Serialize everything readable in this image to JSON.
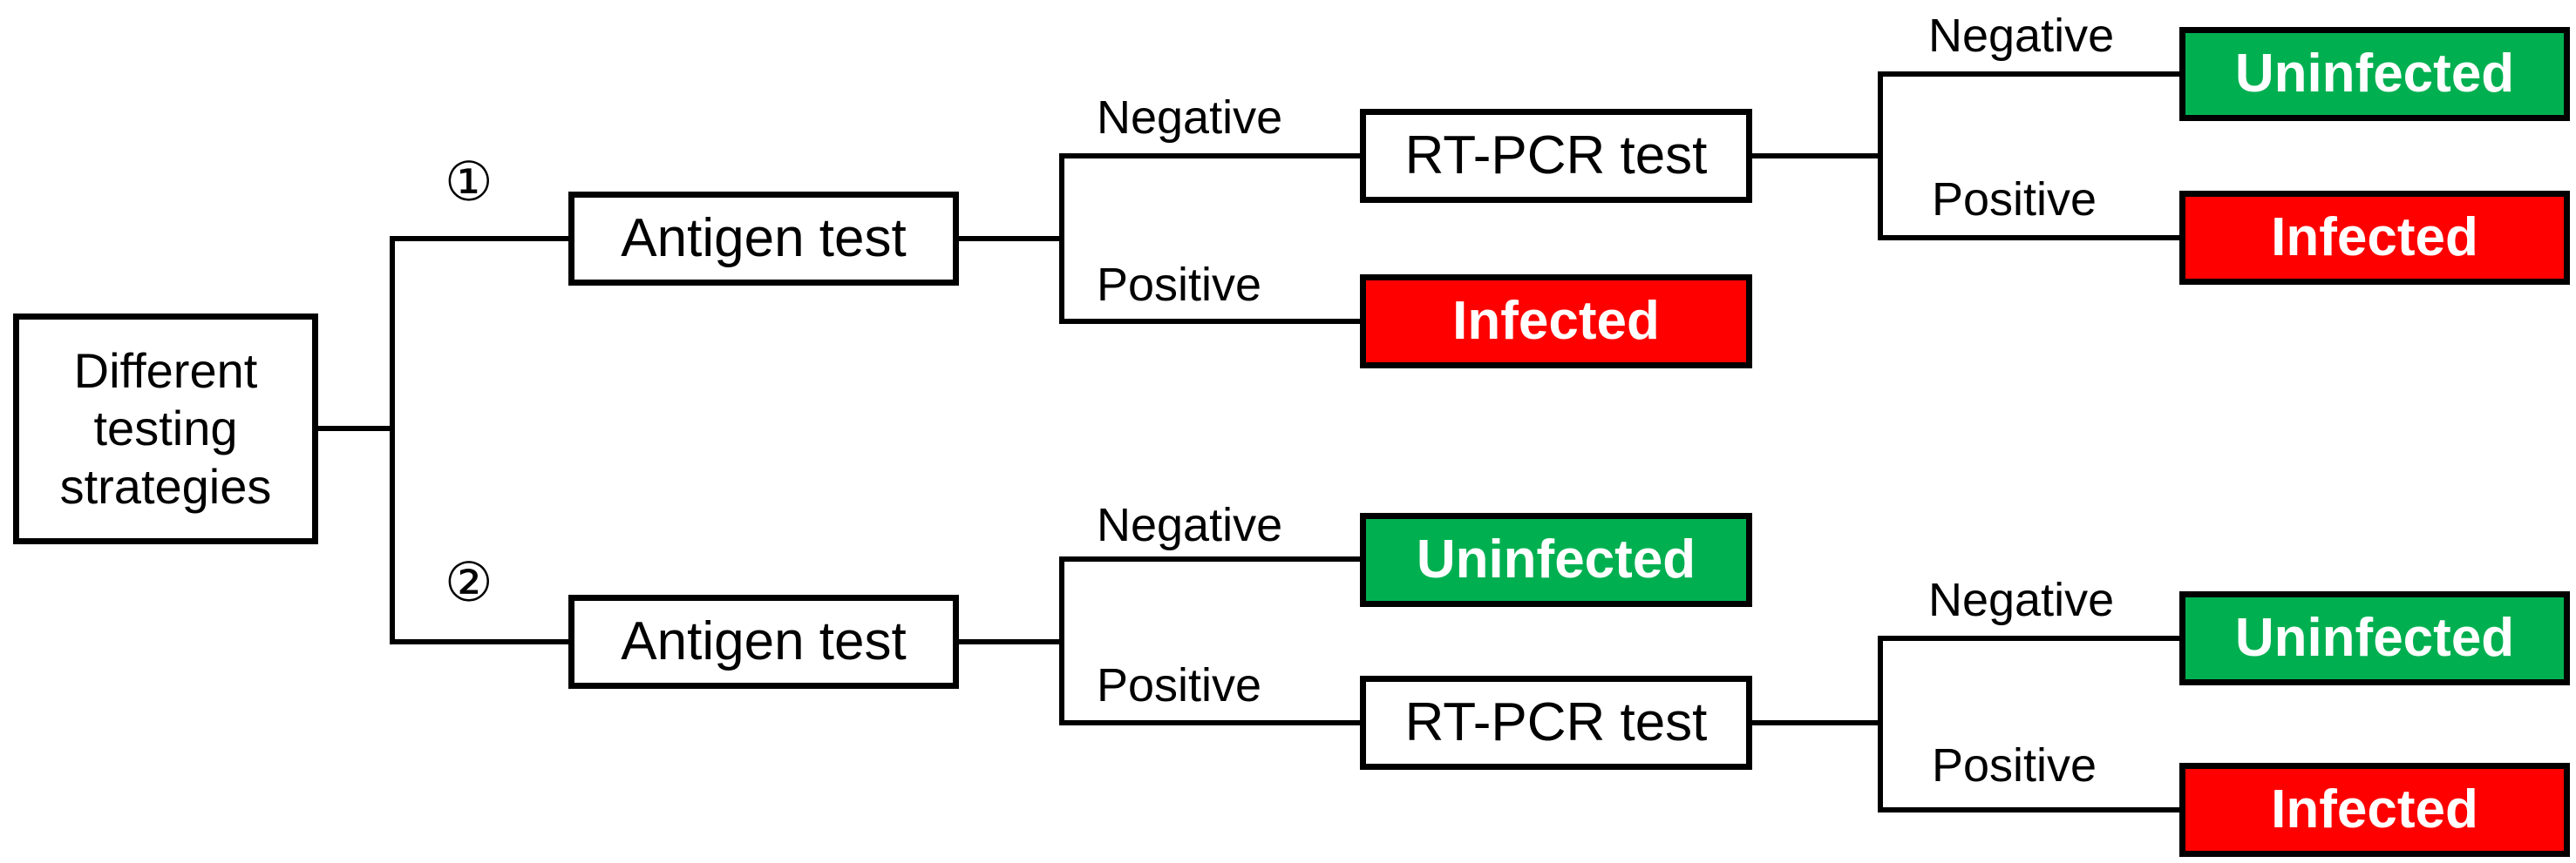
{
  "colors": {
    "outcome_green": "#00B050",
    "outcome_red": "#FF0000",
    "line_black": "#000000",
    "node_white": "#FFFFFF",
    "result_text_white": "#FFFFFF"
  },
  "root": {
    "label": "Different testing strategies"
  },
  "strategy1": {
    "marker": "①",
    "antigen_test": "Antigen test",
    "antigen_negative_label": "Negative",
    "antigen_positive_label": "Positive",
    "antigen_positive_outcome": "Infected",
    "rtpcr_test": "RT-PCR test",
    "pcr_negative_label": "Negative",
    "pcr_negative_outcome": "Uninfected",
    "pcr_positive_label": "Positive",
    "pcr_positive_outcome": "Infected"
  },
  "strategy2": {
    "marker": "②",
    "antigen_test": "Antigen test",
    "antigen_negative_label": "Negative",
    "antigen_negative_outcome": "Uninfected",
    "antigen_positive_label": "Positive",
    "rtpcr_test": "RT-PCR test",
    "pcr_negative_label": "Negative",
    "pcr_negative_outcome": "Uninfected",
    "pcr_positive_label": "Positive",
    "pcr_positive_outcome": "Infected"
  }
}
